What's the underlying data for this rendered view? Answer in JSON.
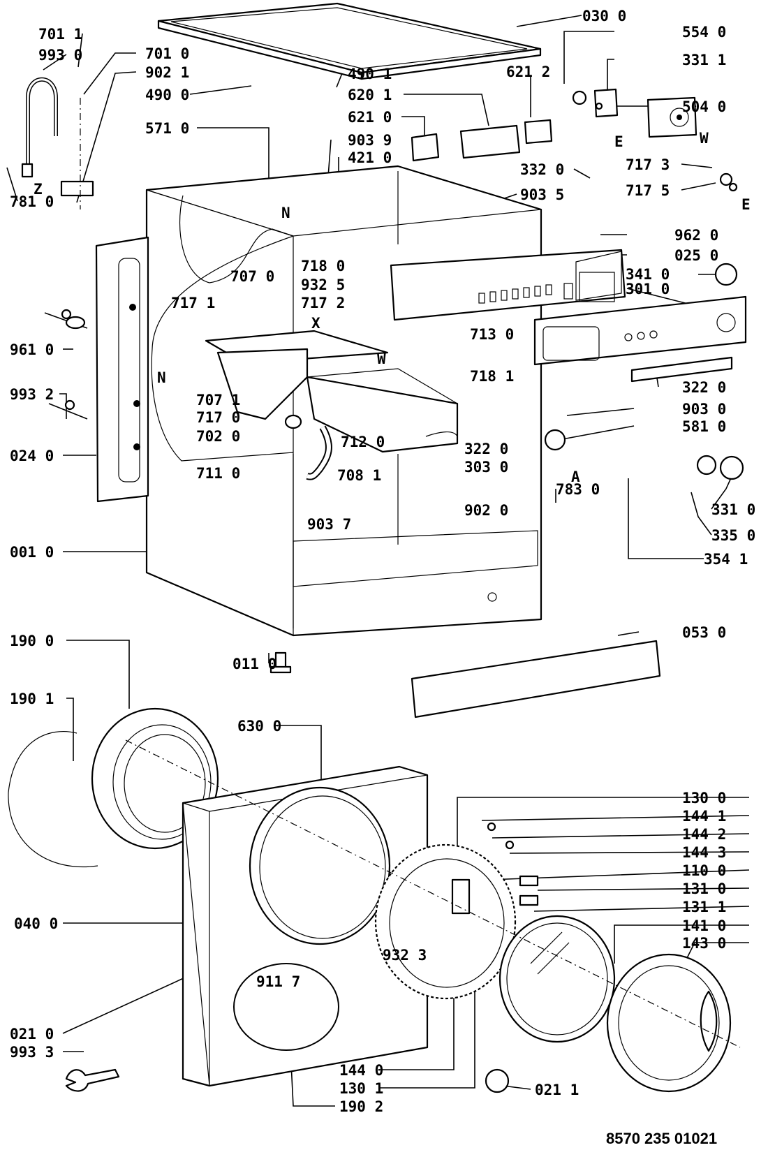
{
  "drawing_code": "8570 235 01021",
  "callouts": [
    "030 0",
    "554 0",
    "331 1",
    "504 0",
    "717 3",
    "717 5",
    "962 0",
    "025 0",
    "341 0",
    "301 0",
    "322 0",
    "903 0",
    "581 0",
    "331 0",
    "335 0",
    "354 1",
    "783 0",
    "902 0",
    "303 0",
    "322 0",
    "713 0",
    "718 1",
    "718 0",
    "717 2",
    "707 0",
    "932 5",
    "717 1",
    "707 1",
    "717 0",
    "702 0",
    "711 0",
    "712 0",
    "708 1",
    "903 7",
    "001 0",
    "961 0",
    "993 2",
    "024 0",
    "701 1",
    "993 0",
    "701 0",
    "902 1",
    "490 0",
    "490 1",
    "620 1",
    "621 2",
    "621 0",
    "903 9",
    "421 0",
    "332 0",
    "903 5",
    "571 0",
    "781 0",
    "053 0",
    "011 0",
    "190 0",
    "190 1",
    "630 0",
    "040 0",
    "911 7",
    "021 0",
    "993 3",
    "190 2",
    "130 1",
    "144 0",
    "021 1",
    "932 3",
    "130 0",
    "144 1",
    "144 2",
    "144 3",
    "110 0",
    "131 0",
    "131 1",
    "141 0",
    "143 0"
  ],
  "marks": [
    "E",
    "W",
    "E",
    "N",
    "X",
    "W",
    "N",
    "A",
    "Z"
  ],
  "icons": [
    "wrench-icon",
    "hose-icon",
    "knob-icon",
    "bolt-icon"
  ]
}
